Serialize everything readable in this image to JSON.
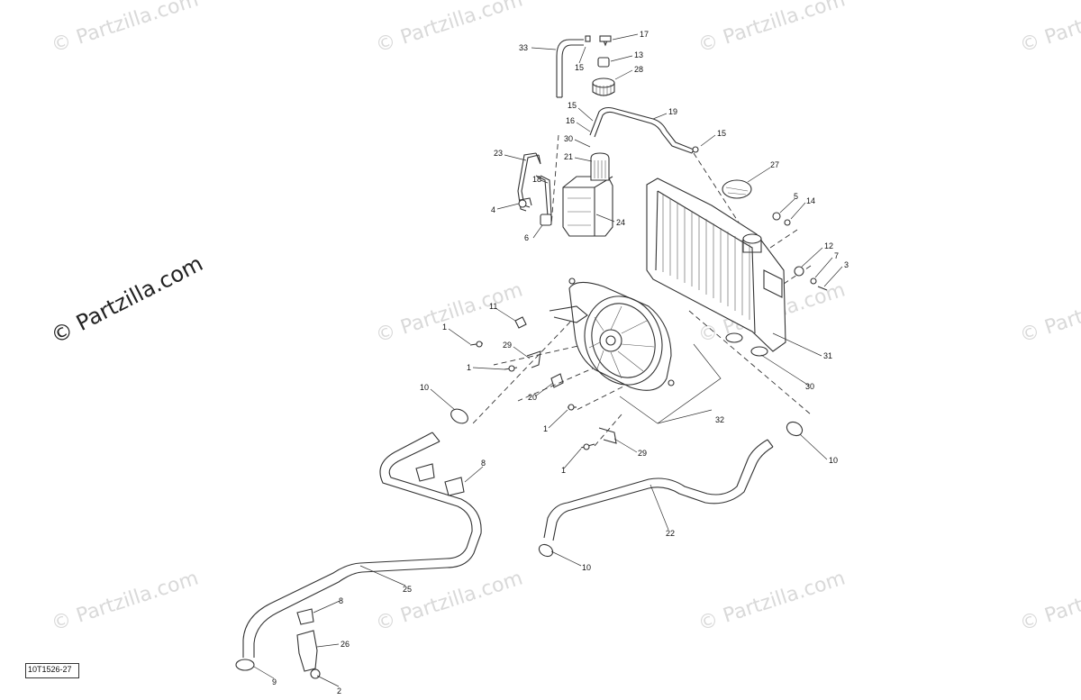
{
  "watermark": {
    "text": "© Partzilla.com",
    "prominent_text": "© Partzilla.com"
  },
  "drawing_id": "10T1526-27",
  "callouts": [
    {
      "id": "c1",
      "label": "33"
    },
    {
      "id": "c2",
      "label": "17"
    },
    {
      "id": "c3",
      "label": "15"
    },
    {
      "id": "c4",
      "label": "13"
    },
    {
      "id": "c5",
      "label": "28"
    },
    {
      "id": "c6",
      "label": "15"
    },
    {
      "id": "c7",
      "label": "19"
    },
    {
      "id": "c8",
      "label": "16"
    },
    {
      "id": "c9",
      "label": "15"
    },
    {
      "id": "c10",
      "label": "30"
    },
    {
      "id": "c11",
      "label": "21"
    },
    {
      "id": "c12",
      "label": "27"
    },
    {
      "id": "c13",
      "label": "23"
    },
    {
      "id": "c14",
      "label": "18"
    },
    {
      "id": "c15",
      "label": "5"
    },
    {
      "id": "c16",
      "label": "14"
    },
    {
      "id": "c17",
      "label": "4"
    },
    {
      "id": "c18",
      "label": "24"
    },
    {
      "id": "c19",
      "label": "6"
    },
    {
      "id": "c20",
      "label": "12"
    },
    {
      "id": "c21",
      "label": "7"
    },
    {
      "id": "c22",
      "label": "3"
    },
    {
      "id": "c23",
      "label": "11"
    },
    {
      "id": "c24",
      "label": "1"
    },
    {
      "id": "c25",
      "label": "29"
    },
    {
      "id": "c26",
      "label": "1"
    },
    {
      "id": "c27",
      "label": "31"
    },
    {
      "id": "c28",
      "label": "30"
    },
    {
      "id": "c29",
      "label": "10"
    },
    {
      "id": "c30",
      "label": "20"
    },
    {
      "id": "c31",
      "label": "1"
    },
    {
      "id": "c32",
      "label": "32"
    },
    {
      "id": "c33",
      "label": "29"
    },
    {
      "id": "c34",
      "label": "10"
    },
    {
      "id": "c35",
      "label": "8"
    },
    {
      "id": "c36",
      "label": "1"
    },
    {
      "id": "c37",
      "label": "22"
    },
    {
      "id": "c38",
      "label": "10"
    },
    {
      "id": "c39",
      "label": "25"
    },
    {
      "id": "c40",
      "label": "8"
    },
    {
      "id": "c41",
      "label": "26"
    },
    {
      "id": "c42",
      "label": "9"
    },
    {
      "id": "c43",
      "label": "2"
    }
  ]
}
